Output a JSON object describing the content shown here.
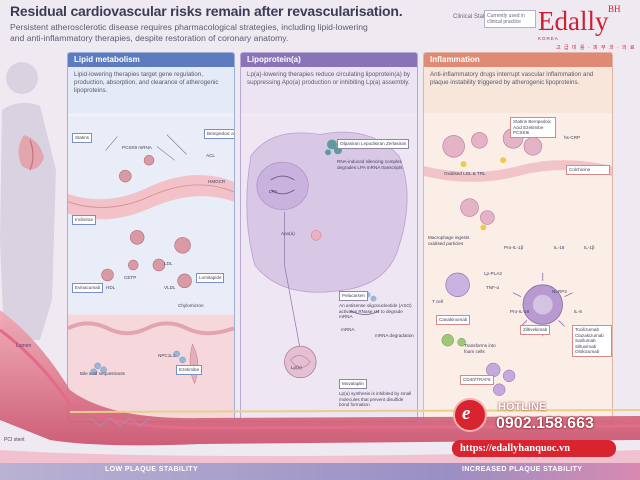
{
  "header": {
    "title": "Residual cardiovascular risks remain after revascularisation.",
    "subtitle": "Persistent atherosclerotic disease requires pharmacological strategies, including lipid-lowering and anti-inflammatory therapies, despite restoration of coronary anatomy.",
    "clinical_status_label": "Clinical Status:",
    "clinical_status_value": "Currently used in clinical practice"
  },
  "watermark": {
    "brand": "Edally",
    "superscript": "BH",
    "korea": "KOREA",
    "korean": "고 급 미 용 · 피 부 과 · 의 료 기 기",
    "hotline_label": "HOTLINE",
    "phone": "0902.158.663",
    "website": "https://edallyhanquoc.vn",
    "glyph": "e",
    "accent_color": "#d7242f"
  },
  "panels": [
    {
      "title": "Lipid metabolism",
      "description": "Lipid-lowering therapies target gene regulation, production, absorption, and clearance of atherogenic lipoproteins.",
      "color": "#5d7cc0",
      "labels": {
        "statins": "Statins",
        "ezetimibe": "Ezetimibe",
        "bempedoic": "Bempedoic acid",
        "pcsk9": "PCSK9 mRNA",
        "lomitapide": "Lomitapide",
        "evinacumab": "Evinacumab",
        "inclisiran": "Inclisiran",
        "ldl": "LDL",
        "hdl": "HDL",
        "vldl": "VLDL",
        "cetp": "CETP",
        "chylomicron": "Chylomicron",
        "acly": "ACL",
        "hmgcr": "HMGCR",
        "npc1l1": "NPC1L1",
        "bile_acid": "Bile acid sequestrants"
      }
    },
    {
      "title": "Lipoprotein(a)",
      "description": "Lp(a)-lowering therapies reduce circulating lipoprotein(a) by suppressing Apo(a) production or inhibiting Lp(a) assembly.",
      "color": "#8a74b8",
      "labels": {
        "silencers": "Olpasiran Lepodisiran Zerlasiran",
        "pelacarsen": "Pelacarsen",
        "muvalaplin": "Muvalaplin",
        "lpa": "Lp(a)",
        "lpa_gene": "LPA",
        "apoa": "Apo(a)",
        "mrna": "mRNA",
        "degradation": "mRNA degradation",
        "note_bottom": "Lp(a) synthesis is inhibited by small molecules that prevent disulfide bond formation",
        "note_top": "RNA-induced silencing complex degrades LPA mRNA transcripts",
        "note_aso": "An antisense oligonucleotide (ASO) activates RNase H1 to degrade mRNA"
      }
    },
    {
      "title": "Inflammation",
      "description": "Anti-inflammatory drugs interrupt vascular inflammation and plaque instability triggered by atherogenic lipoproteins.",
      "color": "#df8a74",
      "labels": {
        "statins_group": "Statins Bempedoic Acid Ezetimibe PCSK9i",
        "hscrp": "hs-CRP",
        "oxidised": "Oxidised LDL & TRL",
        "macrophage": "Macrophage ingests oxidised particles",
        "colchicine": "Colchicine",
        "il1b": "IL-1β",
        "il18": "IL-18",
        "il6": "IL-6",
        "tnf": "TNF-α",
        "lppla2": "Lp-PLA2",
        "tcell": "T cell",
        "foam": "Transforms into foam cells",
        "canakinumab": "Canakinumab",
        "ziltivekimab": "Ziltivekimab",
        "cd40": "CD40/TRAF6",
        "tocilizumab": "Tocilizumab Clazakizumab Sarilumab Siltuximab Olokizumab",
        "nlrp3": "NLRP3",
        "pro_il1b": "Pro-IL-1β",
        "pro_il18": "Pro-IL-18"
      }
    }
  ],
  "bottom": {
    "left_label": "LOW PLAQUE STABILITY",
    "right_label": "INCREASED PLAQUE STABILITY",
    "pci_label": "PCI stent",
    "lumen_label": "Lumen"
  }
}
